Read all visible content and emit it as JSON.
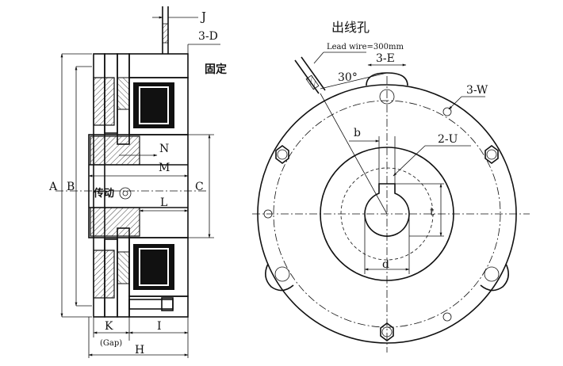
{
  "side_view": {
    "labels": {
      "J": "J",
      "D": "3-D",
      "fixed": "固定",
      "N": "N",
      "M": "M",
      "drive": "传动",
      "L": "L",
      "A": "A",
      "B": "B",
      "C": "C",
      "K": "K",
      "gap": "(Gap)",
      "I": "I",
      "H": "H"
    }
  },
  "front_view": {
    "labels": {
      "outlet": "出线孔",
      "lead_wire": "Lead wire=300mm",
      "E": "3-E",
      "angle": "30°",
      "W": "3-W",
      "b": "b",
      "U": "2-U",
      "t": "t",
      "d": "d"
    }
  }
}
